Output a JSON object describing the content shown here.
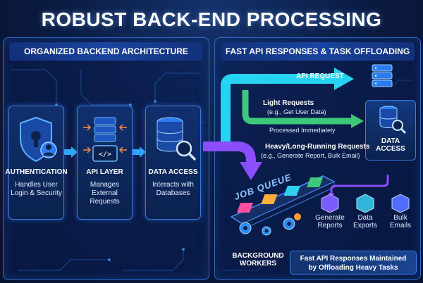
{
  "title": "ROBUST BACK-END PROCESSING",
  "left_panel": {
    "header": "ORGANIZED BACKEND ARCHITECTURE",
    "cards": [
      {
        "title": "AUTHENTICATION",
        "desc_lines": [
          "Handles User",
          "Login & Security"
        ],
        "icon": "shield-lock-icon"
      },
      {
        "title": "API LAYER",
        "desc_lines": [
          "Manages",
          "External",
          "Requests"
        ],
        "icon": "server-code-icon"
      },
      {
        "title": "DATA ACCESS",
        "desc_lines": [
          "Interacts with",
          "Databases"
        ],
        "icon": "database-search-icon"
      }
    ]
  },
  "right_panel": {
    "header": "FAST API RESPONSES & TASK OFFLOADING",
    "api_request": "API REQUEST",
    "light_requests": "Light Requests",
    "light_example": "(e.g., Get User Data)",
    "processed": "Processed Immediately",
    "data_access": [
      "DATA",
      "ACCESS"
    ],
    "heavy_requests": "Heavy/Long-Running Requests",
    "heavy_example": "(e.g., Generate Report, Bulk Email)",
    "job_queue": "JOB QUEUE",
    "workers": [
      "BACKGROUND",
      "WORKERS"
    ],
    "outputs": [
      {
        "lines": [
          "Generate",
          "Reports"
        ],
        "color": "#7a5cff"
      },
      {
        "lines": [
          "Data",
          "Exports"
        ],
        "color": "#2fb6d8"
      },
      {
        "lines": [
          "Bulk",
          "Emails"
        ],
        "color": "#4f6cff"
      }
    ],
    "note": [
      "Fast API Responses Maintained",
      "by Offloading Heavy Tasks"
    ]
  },
  "colors": {
    "cyan_arrow": "#27d3f2",
    "green_arrow": "#3ec97a",
    "purple_arrow": "#8a4dff"
  }
}
